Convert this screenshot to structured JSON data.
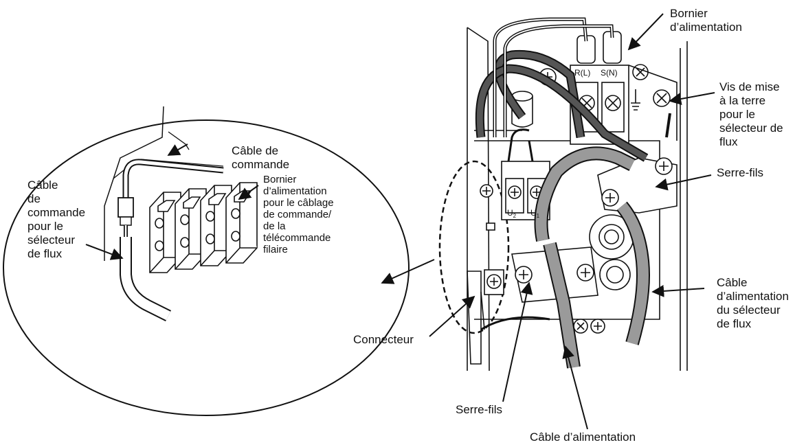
{
  "inset": {
    "control_cable": "Câble de\ncommande",
    "flow_selector_control_cable": "Câble\nde\ncommande\npour le\nsélecteur\nde flux",
    "terminal_block_control": "Bornier\nd’alimentation\npour le câblage\nde commande/\nde la\ntélécommande\nfilaire"
  },
  "main": {
    "power_terminal_block": "Bornier\nd’alimentation",
    "ground_screw": "Vis de mise\nà la terre\npour le\nsélecteur de\nflux",
    "cable_clamp_right": "Serre-fils",
    "flow_selector_power_cable": "Câble\nd’alimentation\ndu sélecteur\nde flux",
    "connector": "Connecteur",
    "cable_clamp_bottom": "Serre-fils",
    "power_cable": "Câble d’alimentation",
    "terminal_r": "R(L)",
    "terminal_s": "S(N)",
    "terminal_u2": "U",
    "terminal_u2_sub": "2",
    "terminal_u1": "U",
    "terminal_u1_sub": "1"
  },
  "colors": {
    "line": "#111111",
    "cable_gray": "#9a9a9a",
    "cable_dark": "#555555",
    "paper": "#ffffff"
  }
}
